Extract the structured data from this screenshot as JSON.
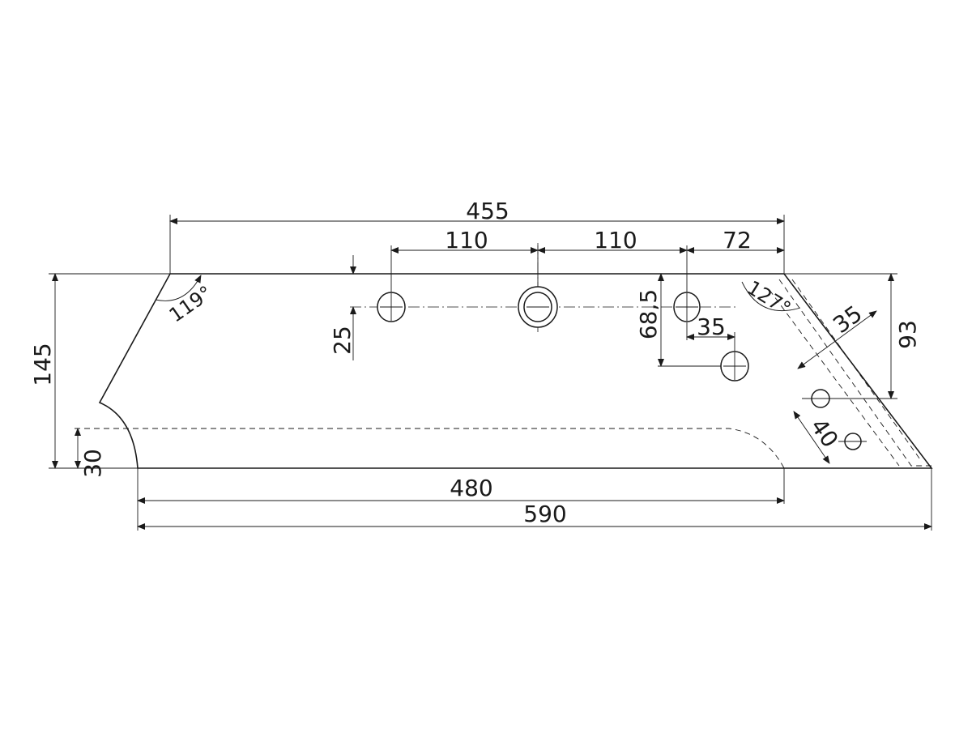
{
  "dimensions": {
    "top_total": "455",
    "hole_spacing_1": "110",
    "hole_spacing_2": "110",
    "hole_to_corner": "72",
    "hole_row_offset": "25",
    "lower_hole_vertical": "68,5",
    "lower_hole_horizontal": "35",
    "overall_height": "145",
    "bottom_corner_height": "30",
    "bottom_edge_length": "480",
    "overall_length": "590",
    "right_edge_height": "93",
    "heel_width": "35",
    "heel_hole_spacing": "40",
    "left_angle": "119°",
    "right_angle": "127°"
  },
  "colors": {
    "line": "#1a1a1a",
    "background": "#ffffff"
  }
}
